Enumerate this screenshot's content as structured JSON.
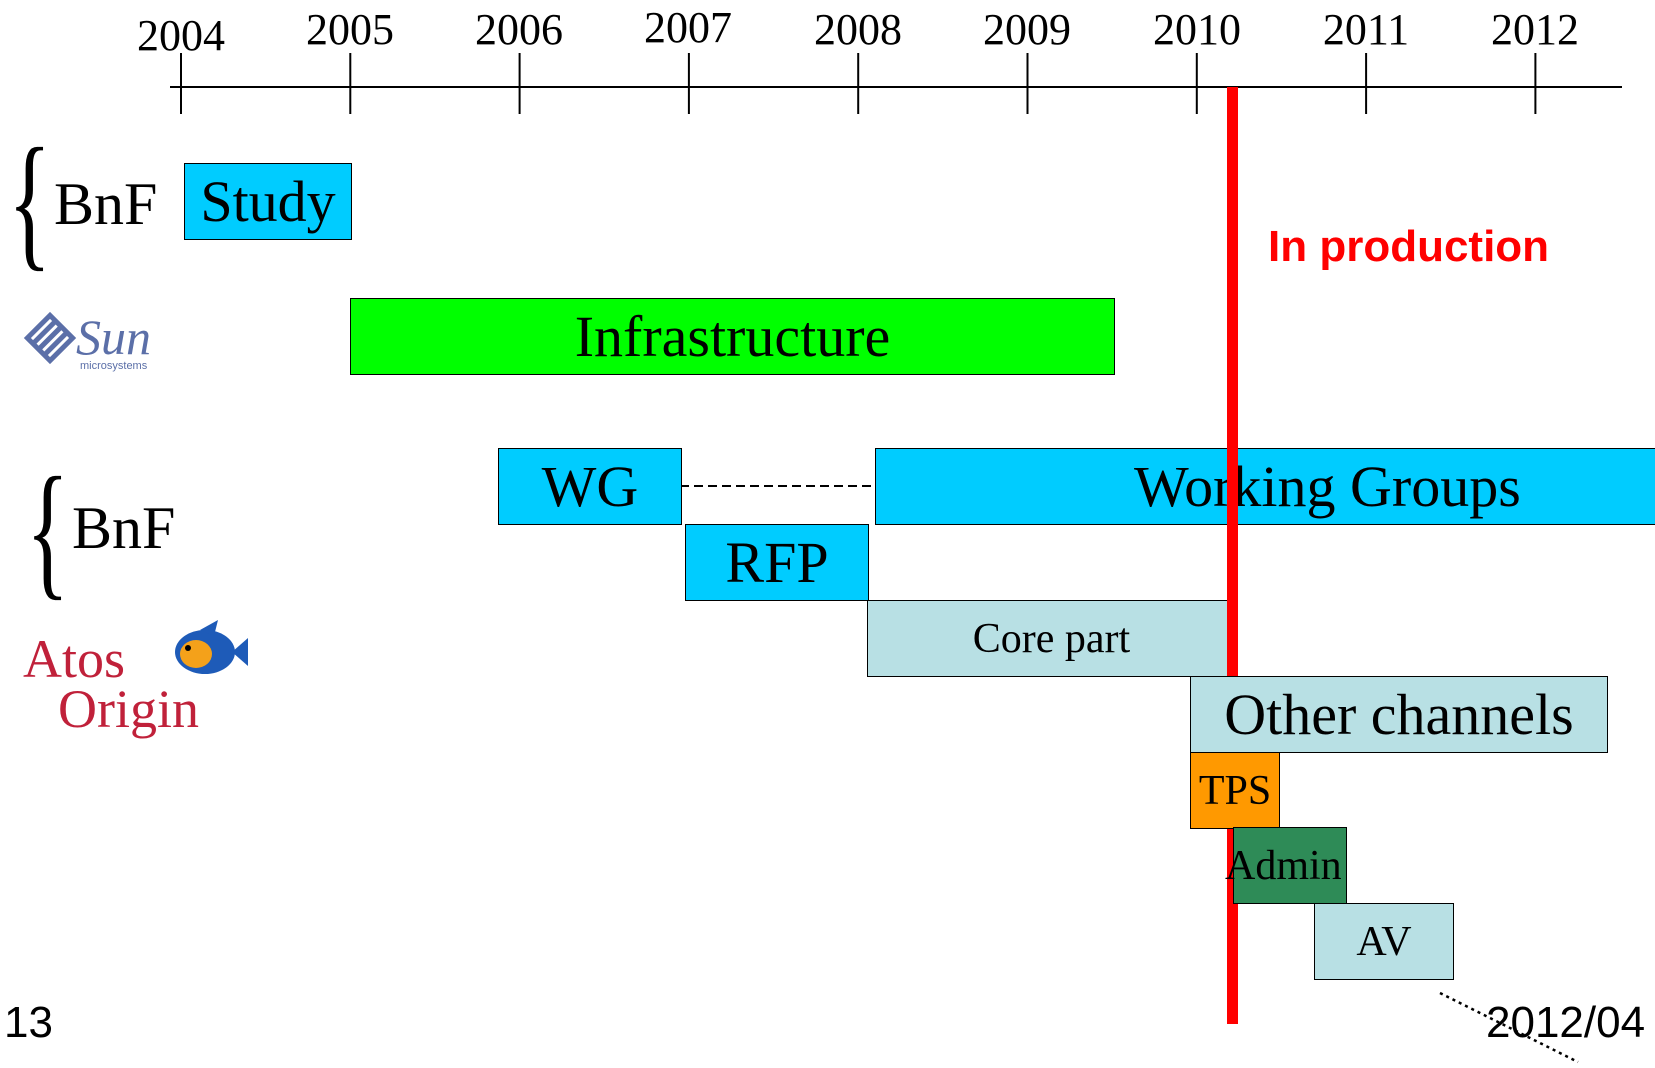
{
  "timeline": {
    "years": [
      "2004",
      "2005",
      "2006",
      "2007",
      "2008",
      "2009",
      "2010",
      "2011",
      "2012"
    ]
  },
  "production": {
    "label": "In production",
    "color": "#ff0000"
  },
  "organizations": {
    "bnf_1": "BnF",
    "sun_name": "Sun",
    "sun_sub": "microsystems",
    "bnf_2": "BnF",
    "atos_line1": "Atos",
    "atos_line2": "Origin"
  },
  "bars": {
    "study": {
      "label": "Study",
      "color": "#00ccff"
    },
    "infrastructure": {
      "label": "Infrastructure",
      "color": "#00ff00"
    },
    "wg": {
      "label": "WG",
      "color": "#00ccff"
    },
    "working_groups": {
      "label": "Working Groups",
      "color": "#00ccff"
    },
    "rfp": {
      "label": "RFP",
      "color": "#00ccff"
    },
    "core_part": {
      "label": "Core part",
      "color": "#b8e0e4"
    },
    "other_channels": {
      "label": "Other channels",
      "color": "#b8e0e4"
    },
    "tps": {
      "label": "TPS",
      "color": "#ff9900"
    },
    "admin": {
      "label": "Admin",
      "color": "#2e8b57"
    },
    "av": {
      "label": "AV",
      "color": "#b8e0e4"
    }
  },
  "footer": {
    "page_number": "13",
    "date": "2012/04"
  }
}
